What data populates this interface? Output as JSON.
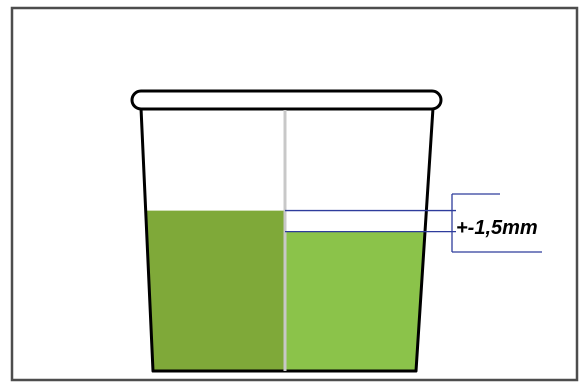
{
  "diagram": {
    "tolerance_label": "+-1,5mm",
    "fill_levels": {
      "left_fraction_of_height": 0.61,
      "right_fraction_of_height": 0.53
    }
  },
  "colors": {
    "frame": "#4d4d4d",
    "cup_outline": "#000000",
    "left_liquid": "#7fa939",
    "right_liquid": "#8bc34a",
    "divider": "#c8c8c8",
    "dimension_lines": "#2e3c9c"
  }
}
